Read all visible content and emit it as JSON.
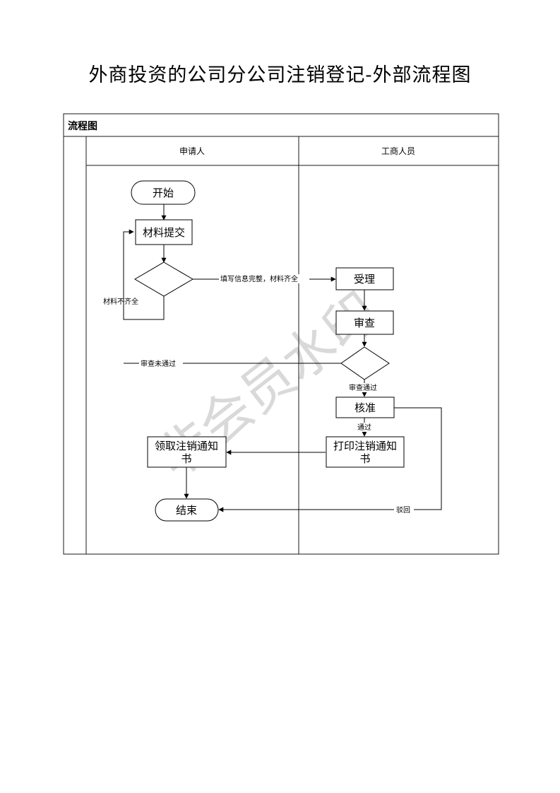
{
  "document": {
    "title": "外商投资的公司分公司注销登记-外部流程图",
    "section_label": "流程图"
  },
  "lanes": [
    {
      "name": "申请人"
    },
    {
      "name": "工商人员"
    }
  ],
  "nodes": {
    "start": "开始",
    "submit": "材料提交",
    "accept": "受理",
    "review": "审查",
    "approve": "核准",
    "print_notice": [
      "打印注销通知",
      "书"
    ],
    "collect_notice": [
      "领取注销通知",
      "书"
    ],
    "end": "结束"
  },
  "edge_labels": {
    "complete": "填写信息完整，材料齐全",
    "incomplete": "材料不齐全",
    "review_failed": "审查未通过",
    "review_passed": "审查通过",
    "approved": "通过",
    "rejected": "驳回"
  },
  "watermark": "非会员水印",
  "colors": {
    "line": "#000000",
    "border": "#1a1a1a",
    "watermark": "#d9d9d9"
  }
}
